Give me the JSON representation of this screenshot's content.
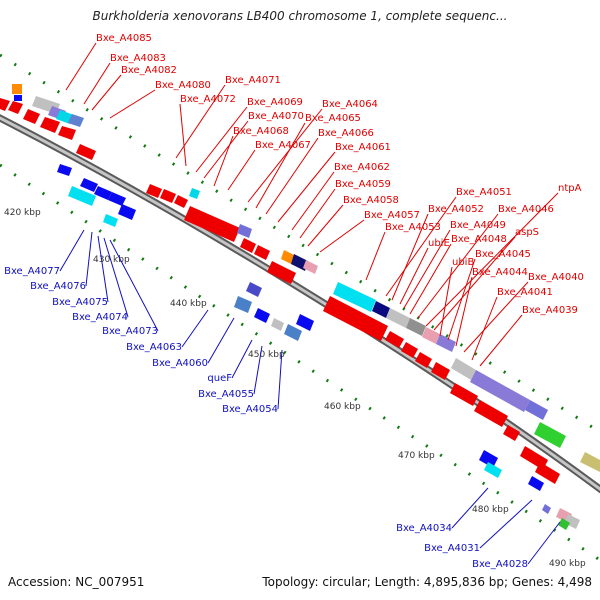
{
  "title": "Burkholderia xenovorans LB400 chromosome 1, complete sequenc...",
  "footer": {
    "accession": "Accession: NC_007951",
    "stats": "Topology: circular; Length: 4,895,836 bp; Genes: 4,498"
  },
  "colors": {
    "forward_label": "#e00000",
    "reverse_label": "#1010c0",
    "forward_gene": "#ee0000",
    "reverse_gene": "#0a0af0",
    "backbone": "#8a8a8a",
    "tick": "#127a12"
  },
  "ruler": [
    {
      "label": "420 kbp"
    },
    {
      "label": "430 kbp"
    },
    {
      "label": "440 kbp"
    },
    {
      "label": "450 kbp"
    },
    {
      "label": "460 kbp"
    },
    {
      "label": "470 kbp"
    },
    {
      "label": "480 kbp"
    },
    {
      "label": "490 kbp"
    }
  ],
  "forward_labels": [
    "Bxe_A4085",
    "Bxe_A4083",
    "Bxe_A4082",
    "Bxe_A4080",
    "Bxe_A4071",
    "Bxe_A4072",
    "Bxe_A4069",
    "Bxe_A4070",
    "Bxe_A4068",
    "Bxe_A4067",
    "Bxe_A4064",
    "Bxe_A4065",
    "Bxe_A4066",
    "Bxe_A4061",
    "Bxe_A4062",
    "Bxe_A4059",
    "Bxe_A4058",
    "Bxe_A4057",
    "Bxe_A4053",
    "Bxe_A4051",
    "Bxe_A4052",
    "ubiE",
    "Bxe_A4049",
    "Bxe_A4048",
    "Bxe_A4046",
    "ntpA",
    "aspS",
    "ubiB",
    "Bxe_A4045",
    "Bxe_A4044",
    "Bxe_A4040",
    "Bxe_A4041",
    "Bxe_A4039"
  ],
  "reverse_labels": [
    "Bxe_A4077",
    "Bxe_A4076",
    "Bxe_A4075",
    "Bxe_A4074",
    "Bxe_A4073",
    "Bxe_A4063",
    "Bxe_A4060",
    "queF",
    "Bxe_A4055",
    "Bxe_A4054",
    "Bxe_A4034",
    "Bxe_A4031",
    "Bxe_A4028"
  ]
}
